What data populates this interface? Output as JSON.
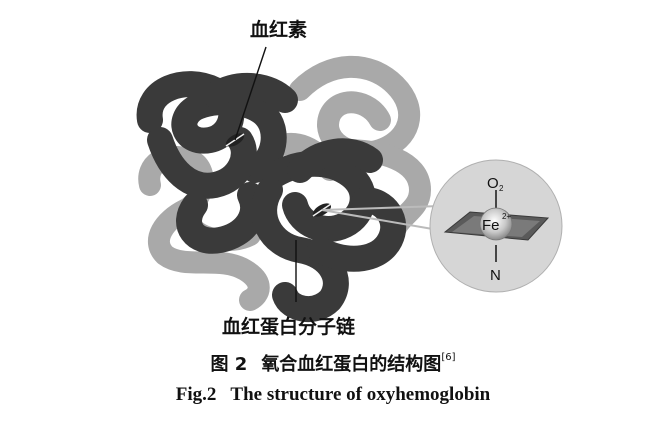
{
  "figure": {
    "label_heme": "血红素",
    "label_chain": "血红蛋白分子链",
    "inset": {
      "top_ligand": "O",
      "top_ligand_sub": "2",
      "metal": "Fe",
      "metal_charge": "2+",
      "bottom_ligand": "N"
    },
    "colors": {
      "dark_chain": "#3a3a3a",
      "light_chain": "#a9a9a9",
      "inset_bg": "#d6d6d6"
    }
  },
  "caption_cn": {
    "number": "图 2",
    "title": "氧合血红蛋白的结构图",
    "ref": "[6]"
  },
  "caption_en": {
    "number": "Fig.2",
    "title": "The structure of oxyhemoglobin"
  }
}
